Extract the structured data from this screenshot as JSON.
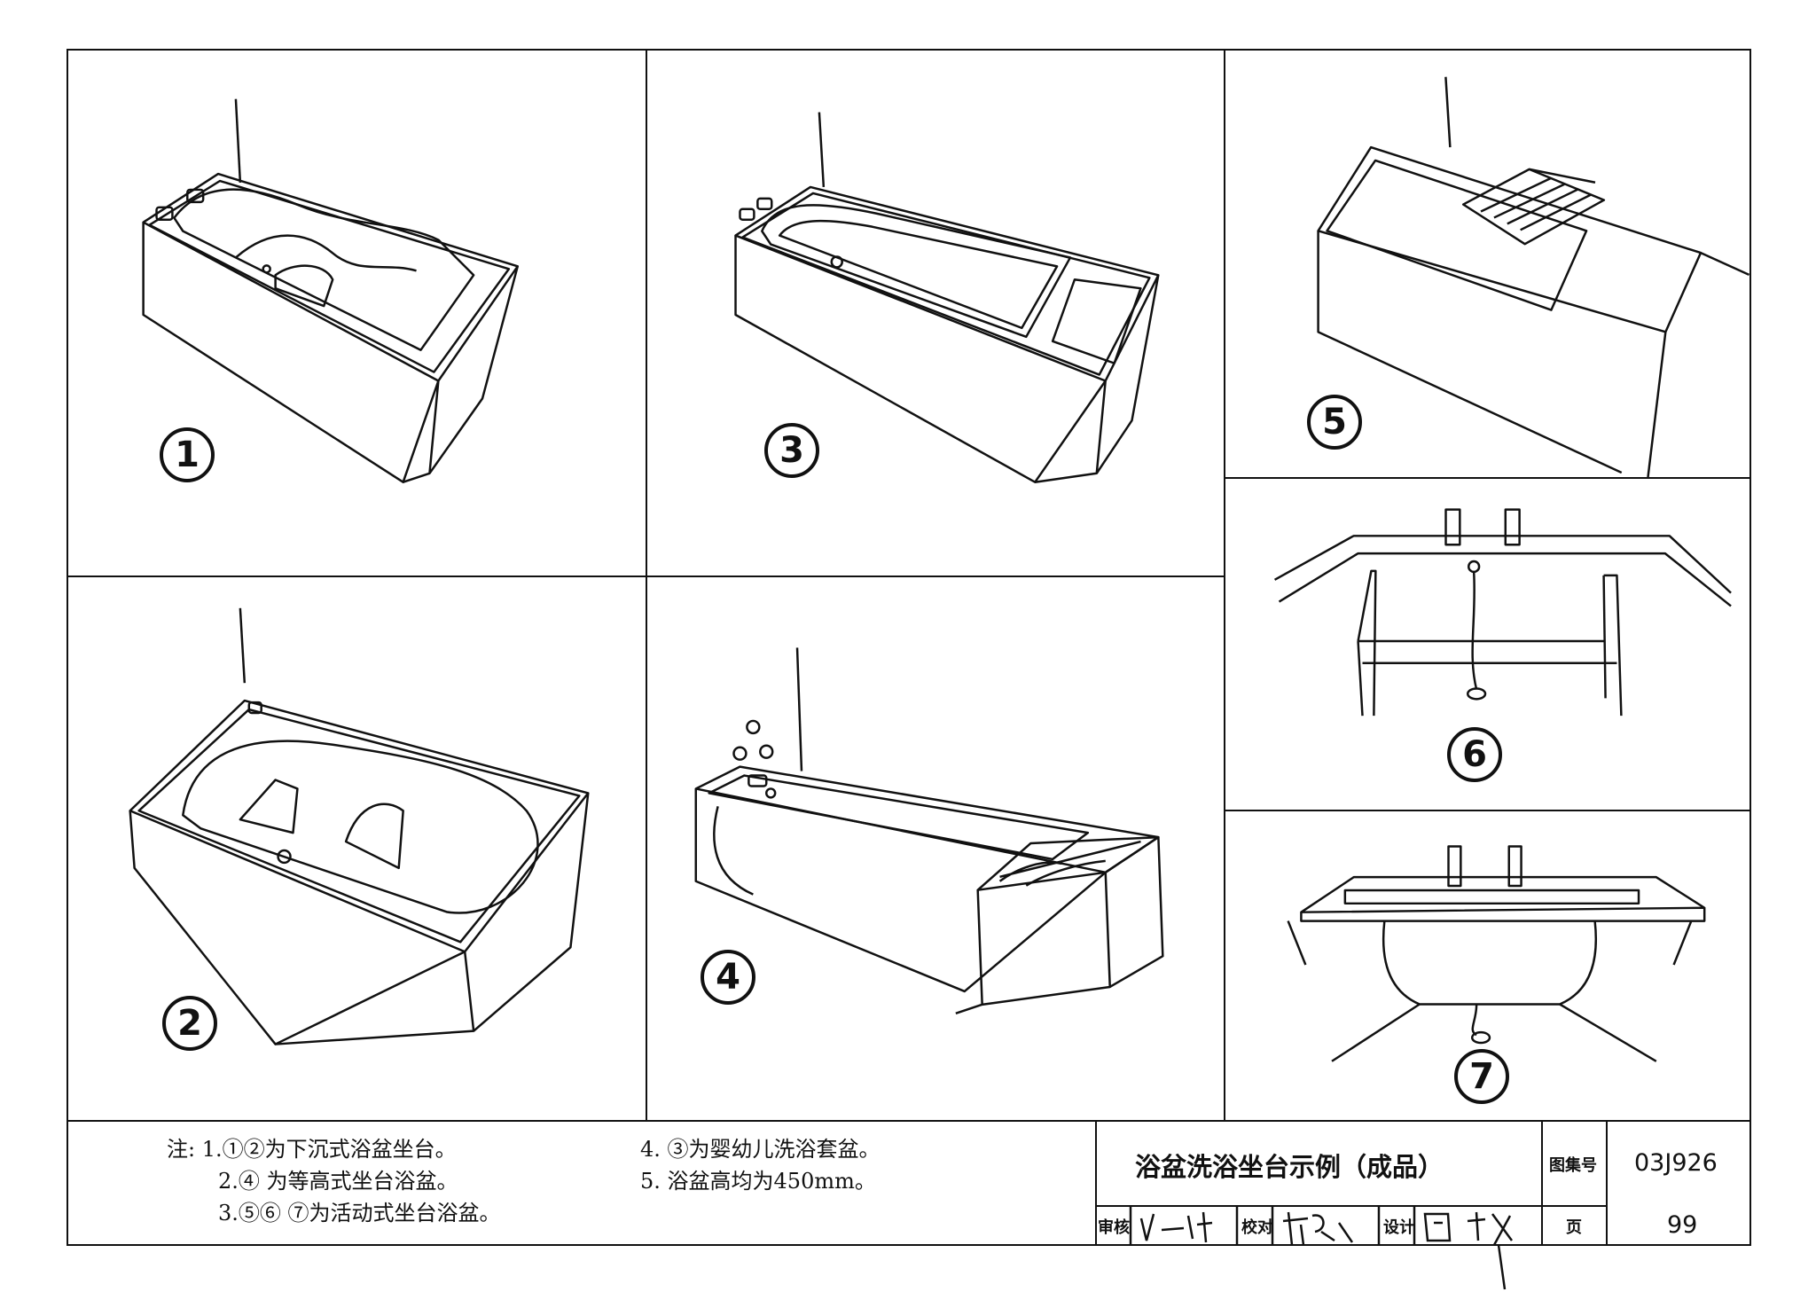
{
  "figures": {
    "fig1": {
      "number": "1"
    },
    "fig2": {
      "number": "2"
    },
    "fig3": {
      "number": "3"
    },
    "fig4": {
      "number": "4"
    },
    "fig5": {
      "number": "5"
    },
    "fig6": {
      "number": "6"
    },
    "fig7": {
      "number": "7"
    }
  },
  "notes": {
    "prefix": "注:",
    "lines": [
      "1.①②为下沉式浴盆坐台。",
      "2.④ 为等高式坐台浴盆。",
      "3.⑤⑥ ⑦为活动式坐台浴盆。",
      "4. ③为婴幼儿洗浴套盆。",
      "5. 浴盆高均为450mm。"
    ]
  },
  "title_block": {
    "title": "浴盆洗浴坐台示例（成品）",
    "atlas_label": "图集号",
    "atlas_number": "03J926",
    "review_label": "审核",
    "check_label": "校对",
    "design_label": "设计",
    "page_label": "页",
    "page_number": "99"
  },
  "colors": {
    "line": "#111111",
    "paper": "#ffffff"
  }
}
